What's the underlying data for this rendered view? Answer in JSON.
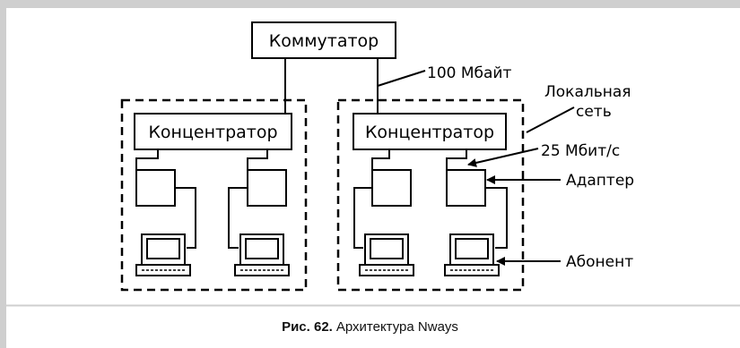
{
  "diagram": {
    "switch_label": "Коммутатор",
    "hub_left_label": "Концентратор",
    "hub_right_label": "Концентратор",
    "uplink_speed_label": "100 Мбайт",
    "lan_label_line1": "Локальная",
    "lan_label_line2": "сеть",
    "port_speed_label": "25 Мбит/с",
    "adapter_label": "Адаптер",
    "subscriber_label": "Абонент"
  },
  "caption": {
    "prefix": "Рис. 62.",
    "text": "Архитектура Nways"
  }
}
